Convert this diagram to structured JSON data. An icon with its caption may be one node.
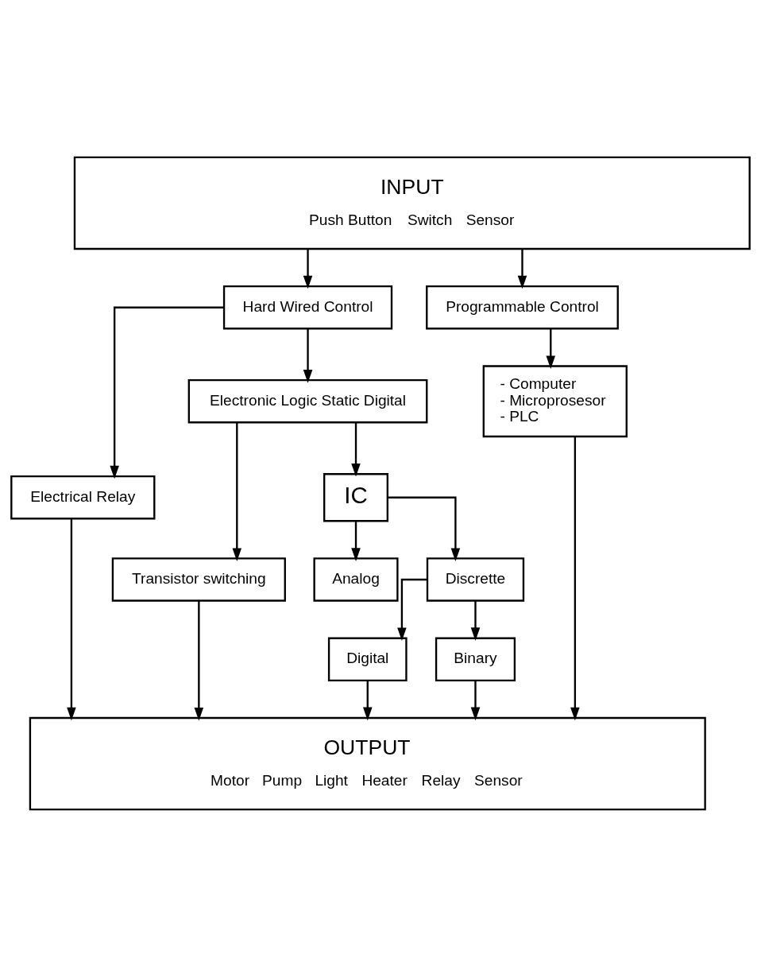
{
  "diagram": {
    "nodes": [
      {
        "text": [
          "INPUT",
          "Push Button",
          "Switch",
          "Sensor"
        ]
      },
      {
        "text": [
          "Hard Wired Control"
        ]
      },
      {
        "text": [
          "Programmable Control"
        ]
      },
      {
        "text": [
          "Electrical Relay"
        ]
      },
      {
        "text": [
          "Electronic Logic Static Digital"
        ]
      },
      {
        "text": [
          "- Computer",
          "- Microprosesor",
          "- PLC"
        ]
      },
      {
        "text": [
          "Transistor switching"
        ]
      },
      {
        "text": [
          "IC"
        ]
      },
      {
        "text": [
          "Analog"
        ]
      },
      {
        "text": [
          "Discrette"
        ]
      },
      {
        "text": [
          "Digital"
        ]
      },
      {
        "text": [
          "Binary"
        ]
      },
      {
        "text": [
          "OUTPUT",
          "Motor",
          "Pump",
          "Light",
          "Heater",
          "Relay",
          "Sensor"
        ]
      }
    ],
    "edges": [
      {
        "from": 0,
        "to": 1,
        "arrow": "to"
      },
      {
        "from": 0,
        "to": 2,
        "arrow": "to"
      },
      {
        "from": 1,
        "to": 3,
        "arrow": "to"
      },
      {
        "from": 1,
        "to": 4,
        "arrow": "to"
      },
      {
        "from": 2,
        "to": 5,
        "arrow": "to"
      },
      {
        "from": 4,
        "to": 6,
        "arrow": "to"
      },
      {
        "from": 4,
        "to": 7,
        "arrow": "to"
      },
      {
        "from": 7,
        "to": 8,
        "arrow": "to"
      },
      {
        "from": 7,
        "to": 9,
        "arrow": "to"
      },
      {
        "from": 9,
        "to": 10,
        "arrow": "to"
      },
      {
        "from": 9,
        "to": 11,
        "arrow": "to"
      },
      {
        "from": 3,
        "to": 12,
        "arrow": "to"
      },
      {
        "from": 6,
        "to": 12,
        "arrow": "to"
      },
      {
        "from": 10,
        "to": 12,
        "arrow": "to"
      },
      {
        "from": 11,
        "to": 12,
        "arrow": "to"
      },
      {
        "from": 5,
        "to": 12,
        "arrow": "to"
      }
    ]
  }
}
